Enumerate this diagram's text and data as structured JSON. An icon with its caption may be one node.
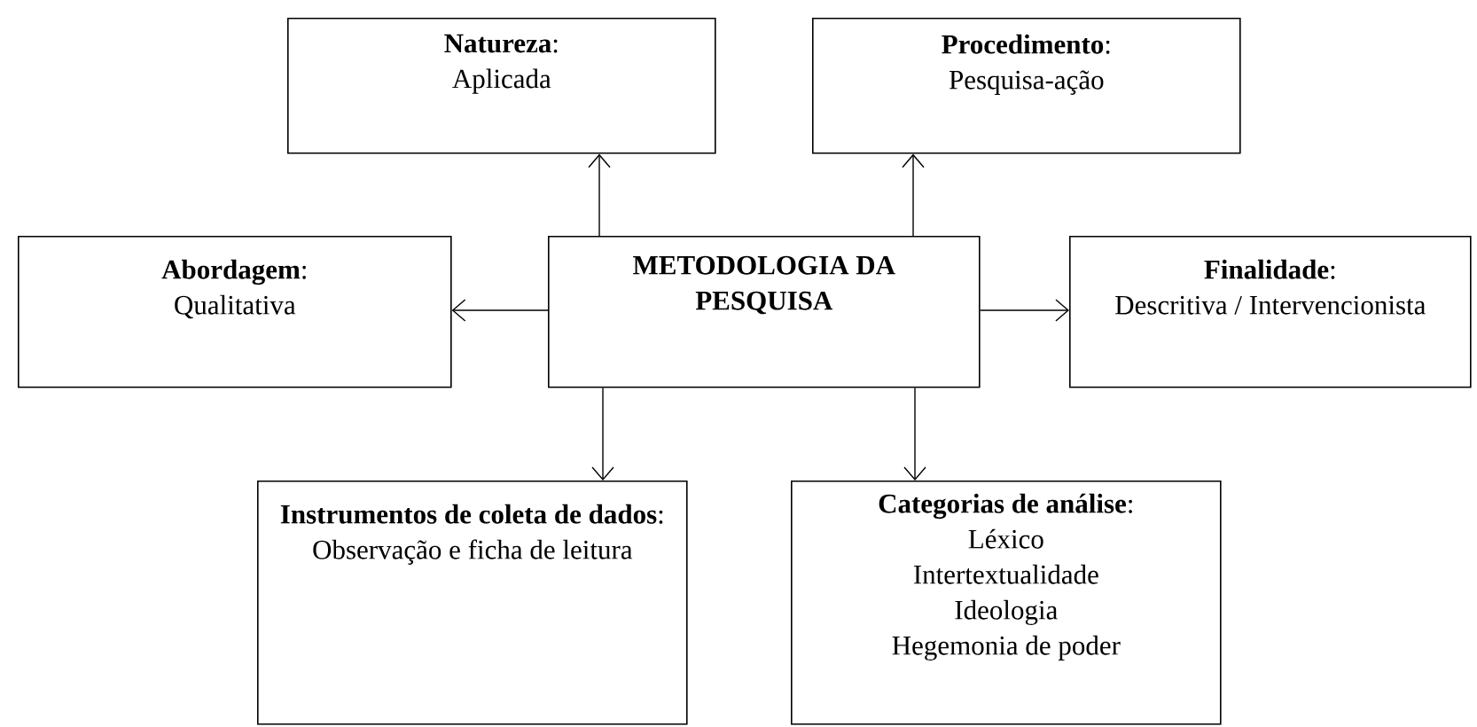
{
  "diagram": {
    "nodes": [
      {
        "text": [
          "METODOLOGIA DA PESQUISA"
        ]
      },
      {
        "text": [
          "**Natureza**:",
          "Aplicada"
        ]
      },
      {
        "text": [
          "**Procedimento**:",
          "Pesquisa-ação"
        ]
      },
      {
        "text": [
          "**Abordagem**:",
          "Qualitativa"
        ]
      },
      {
        "text": [
          "**Finalidade**:",
          "Descritiva / Intervencionista"
        ]
      },
      {
        "text": [
          "**Instrumentos de coleta de dados**:",
          "Observação e ficha de leitura"
        ]
      },
      {
        "text": [
          "**Categorias de análise**:",
          "Léxico",
          "Intertextualidade",
          "Ideologia",
          "Hegemonia de poder"
        ]
      }
    ],
    "edges": [
      {
        "from": 0,
        "to": 1,
        "arrow": "to"
      },
      {
        "from": 0,
        "to": 2,
        "arrow": "to"
      },
      {
        "from": 0,
        "to": 3,
        "arrow": "to"
      },
      {
        "from": 0,
        "to": 4,
        "arrow": "to"
      },
      {
        "from": 0,
        "to": 5,
        "arrow": "to"
      },
      {
        "from": 0,
        "to": 6,
        "arrow": "to"
      }
    ]
  }
}
